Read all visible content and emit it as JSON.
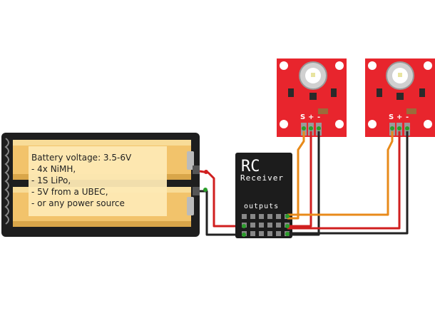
{
  "battery_note": {
    "lines": [
      "Battery voltage: 3.5-6V",
      "- 4x NiMH,",
      "- 1S LiPo,",
      "- 5V from a UBEC,",
      "- or any power source"
    ]
  },
  "receiver": {
    "title": "RC",
    "subtitle": "Receiver",
    "outputs_label": "outputs"
  },
  "led_module_left": {
    "pin_labels": {
      "signal": "S",
      "plus": "+",
      "minus": "-"
    }
  },
  "led_module_right": {
    "pin_labels": {
      "signal": "S",
      "plus": "+",
      "minus": "-"
    }
  },
  "colors": {
    "pcb_red": "#e8252d",
    "wire_red": "#d01f1f",
    "wire_black": "#222222",
    "wire_orange": "#e88a1a",
    "battery_cell": "#f2c36b",
    "note_bg": "#fde9b4",
    "receiver_body": "#1c1c1c"
  }
}
